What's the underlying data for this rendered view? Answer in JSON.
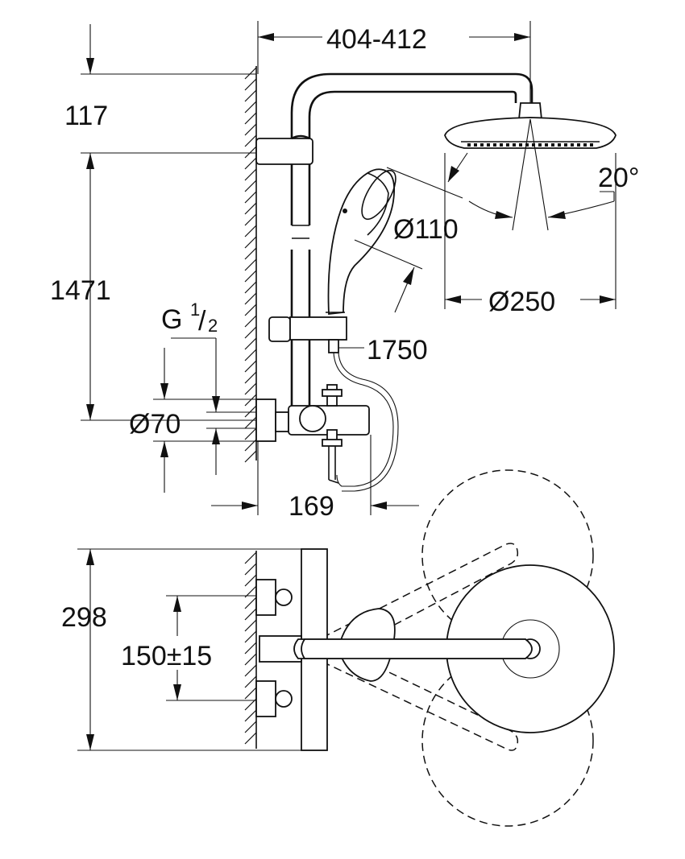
{
  "drawing": {
    "dimensions": {
      "arm_reach": "404-412",
      "top_height": "117",
      "rail_height": "1471",
      "thread": "G",
      "thread_num": "1",
      "thread_slash": "/",
      "thread_den": "2",
      "escutcheon_dia": "Ø70",
      "hand_shower_dia": "Ø110",
      "head_dia": "Ø250",
      "spray_angle": "20°",
      "hose_length": "1750",
      "projection": "169",
      "plan_depth": "298",
      "inlet_spacing": "150±15"
    }
  }
}
